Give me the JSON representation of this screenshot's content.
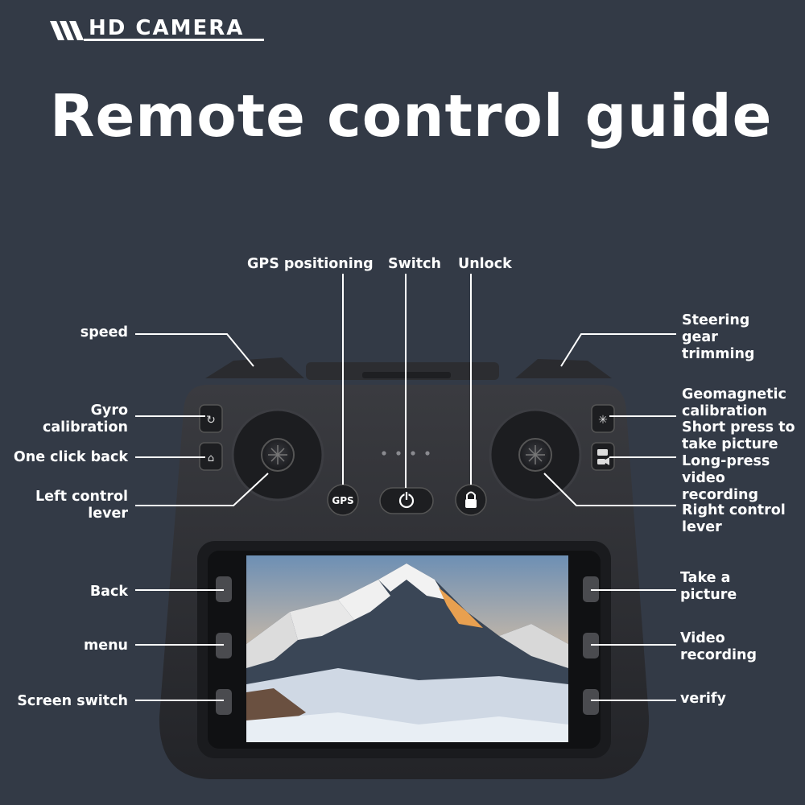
{
  "brand": {
    "text": "HD CAMERA"
  },
  "title": "Remote control guide",
  "buttons": {
    "gps": "GPS"
  },
  "labels": {
    "gps_positioning": "GPS positioning",
    "switch": "Switch",
    "unlock": "Unlock",
    "speed": "speed",
    "gyro_1": "Gyro",
    "gyro_2": "calibration",
    "one_click_back": "One click back",
    "left_lever_1": "Left control",
    "left_lever_2": "lever",
    "back": "Back",
    "menu": "menu",
    "screen_switch": "Screen switch",
    "steering_1": "Steering",
    "steering_2": "gear",
    "steering_3": "trimming",
    "geo_1": "Geomagnetic",
    "geo_2": "calibration",
    "short_1": "Short press to",
    "short_2": "take picture",
    "long_1": "Long-press",
    "long_2": "video",
    "long_3": "recording",
    "right_lever_1": "Right control",
    "right_lever_2": "lever",
    "take_1": "Take a",
    "take_2": "picture",
    "video_1": "Video",
    "video_2": "recording",
    "verify": "verify"
  },
  "colors": {
    "background": "#333a46",
    "controller": "#2a2b2f",
    "text": "#ffffff"
  }
}
